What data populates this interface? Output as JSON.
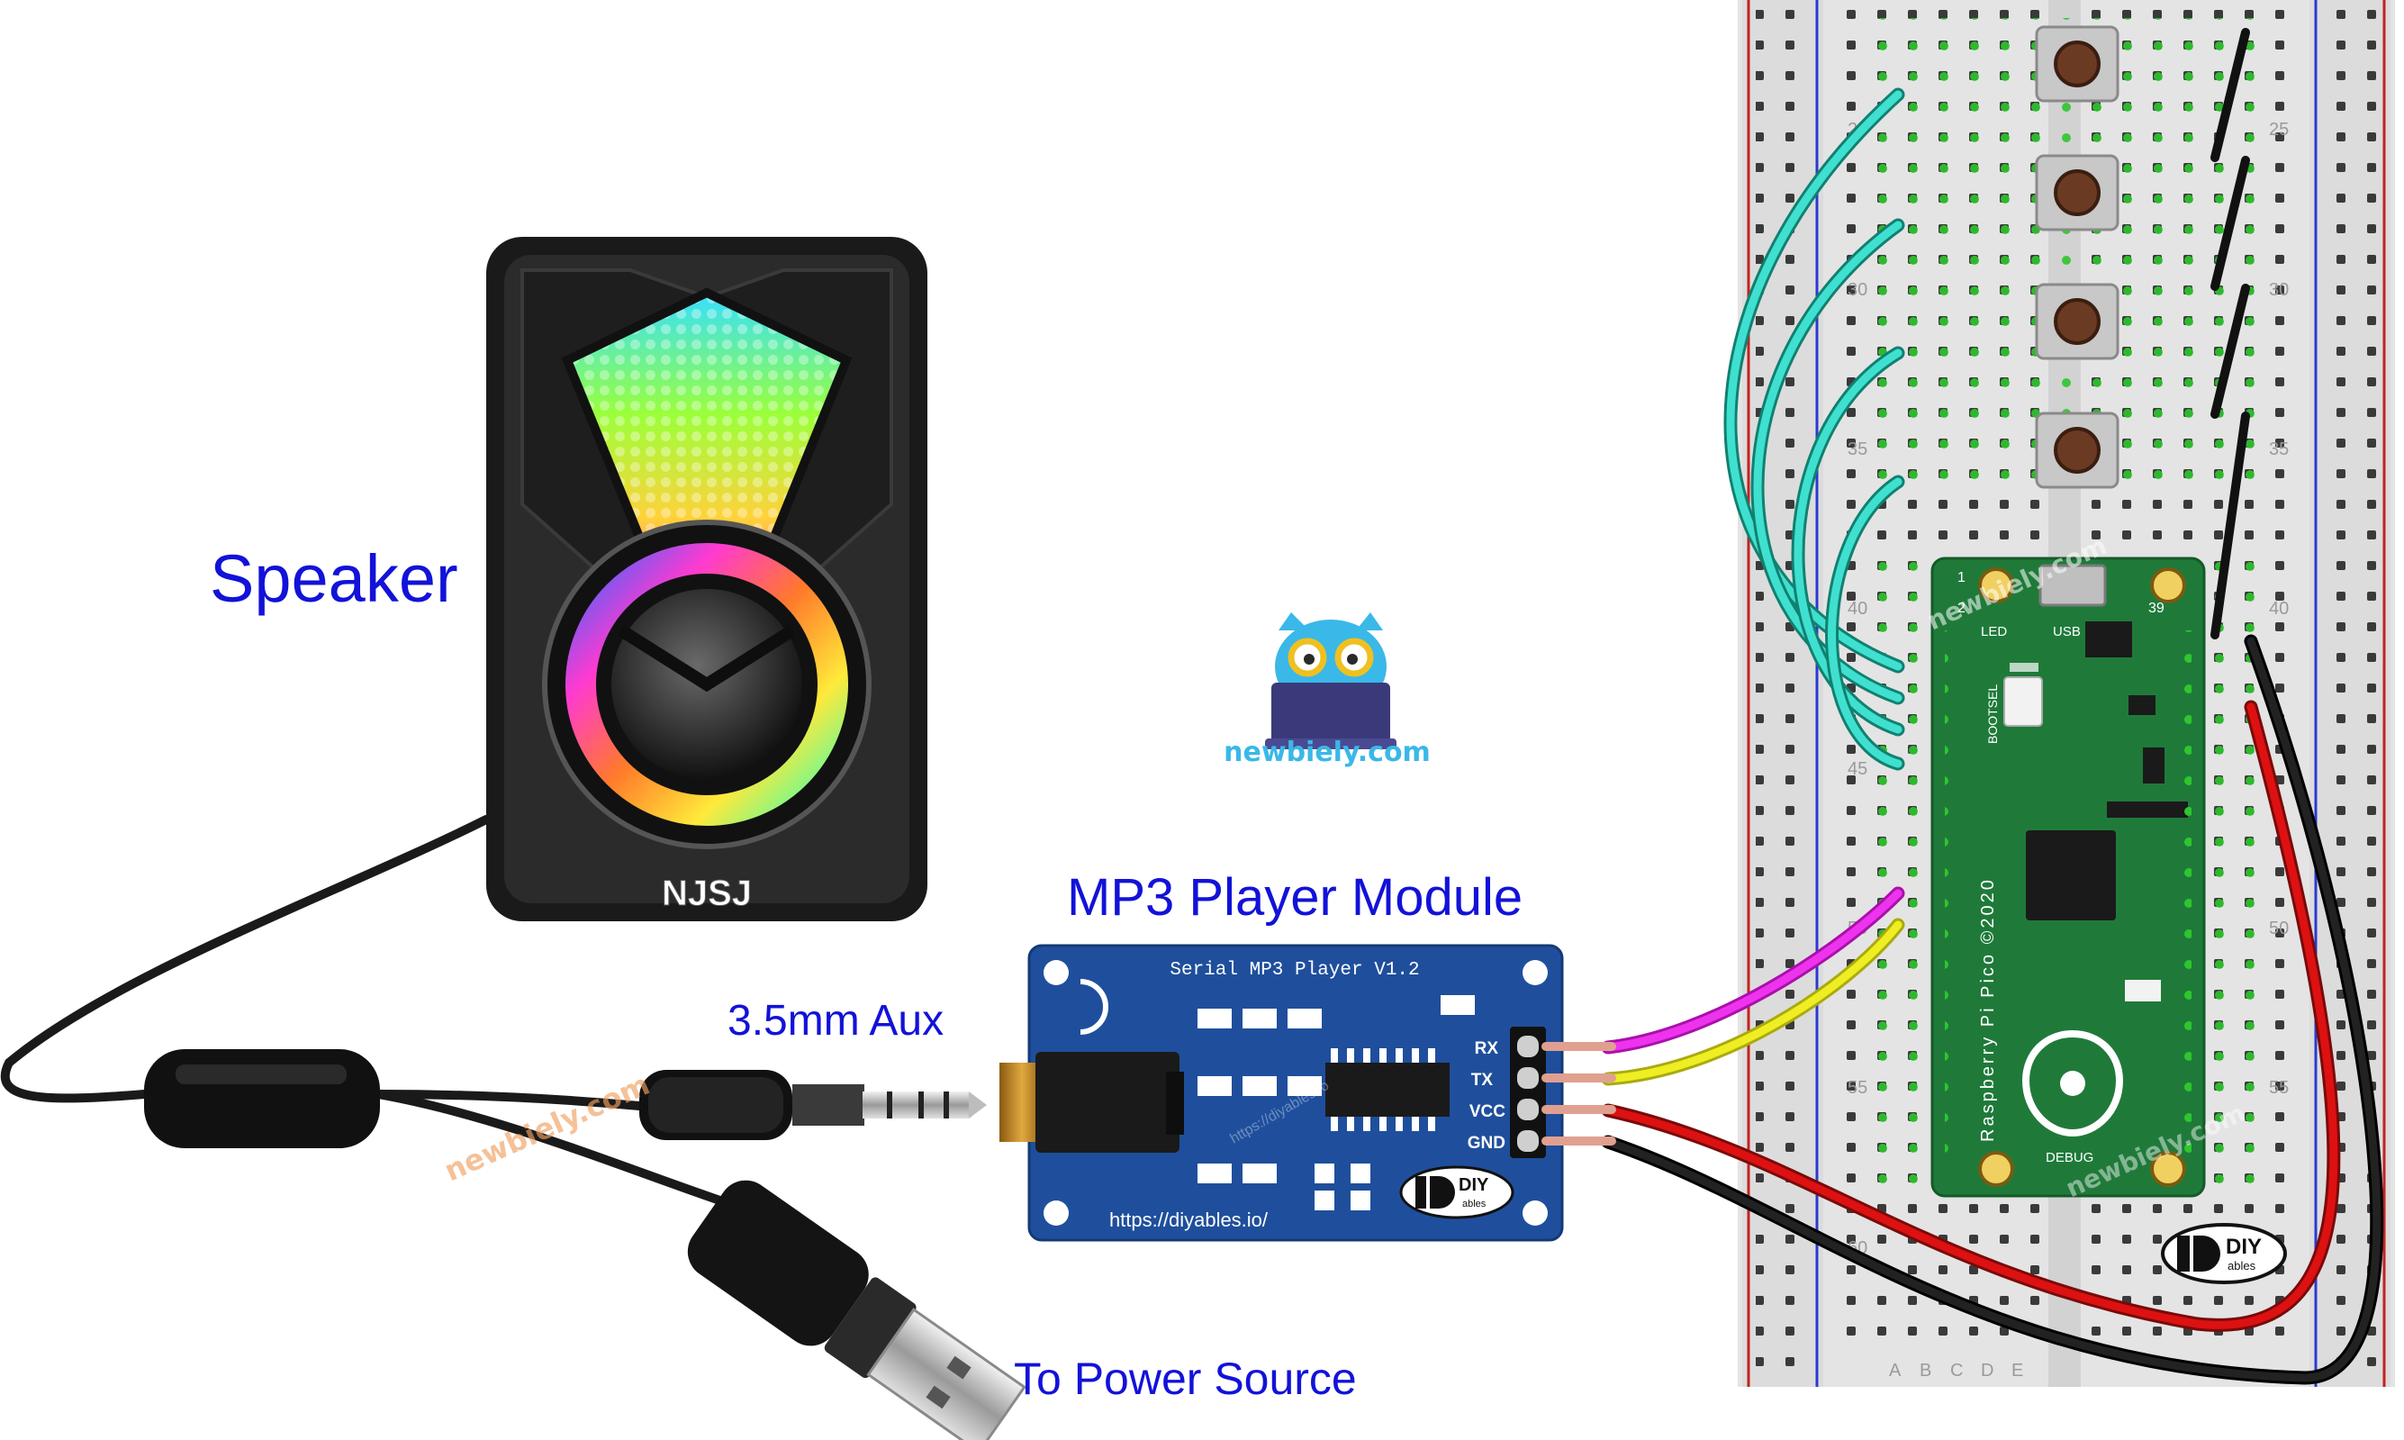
{
  "labels": {
    "speaker": "Speaker",
    "module": "MP3 Player Module",
    "aux": "3.5mm Aux",
    "power": "To Power Source"
  },
  "speaker": {
    "brand": "NJSJ"
  },
  "mp3_module": {
    "title": "Serial MP3 Player V1.2",
    "url": "https://diyables.io/",
    "pins": [
      "RX",
      "TX",
      "VCC",
      "GND"
    ],
    "watermark": "https://diyables.io"
  },
  "brand_logo": {
    "line1": "DIY",
    "line2": "ables"
  },
  "watermarks": {
    "site": "newbiely.com"
  },
  "breadboard": {
    "row_numbers": [
      "25",
      "30",
      "35",
      "40",
      "45",
      "50",
      "55",
      "60"
    ],
    "column_letters": [
      "A",
      "B",
      "C",
      "D",
      "E"
    ]
  },
  "pico": {
    "model": "Raspberry Pi Pico ©2020",
    "led": "LED",
    "usb": "USB",
    "bootsel": "BOOTSEL",
    "debug": "DEBUG",
    "pin1": "1",
    "pin2": "2",
    "pin39": "39"
  },
  "colors": {
    "label_blue": "#1212d9",
    "module_blue": "#1f4f9c",
    "pico_green": "#1f7a3a",
    "wire_cyan": "#3fe0d0",
    "wire_magenta": "#ee33ee",
    "wire_yellow": "#eeee22",
    "wire_red": "#dd1111",
    "wire_black": "#111111"
  }
}
